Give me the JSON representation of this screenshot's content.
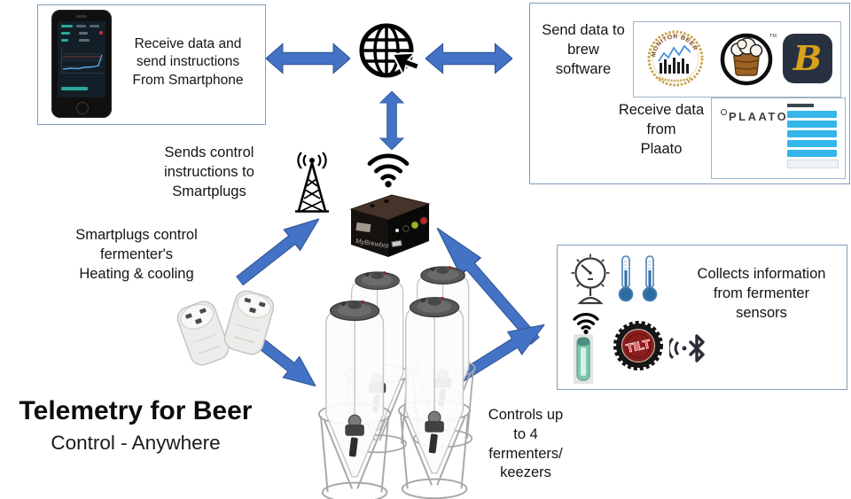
{
  "colors": {
    "arrow_fill": "#4472C4",
    "arrow_edge": "#2E5496",
    "panel_border": "#7f9db9",
    "plaato_button_blue": "#35b6e8",
    "tilt_red": "#e03434",
    "brewfather_gold": "#d9a21b"
  },
  "branding": {
    "title": "Telemetry for Beer",
    "subtitle": "Control - Anywhere"
  },
  "smartphone_panel": {
    "caption": "Receive data and\nsend instructions\nFrom Smartphone"
  },
  "hub": {
    "device_label": "MyBrewbot"
  },
  "labels": {
    "sends_control": "Sends control\ninstructions to\nSmartplugs",
    "smartplugs_control": "Smartplugs control\nfermenter's\nHeating & cooling",
    "controls_up_to": "Controls up\nto 4\nfermenters/\nkeezers"
  },
  "brew_software_panel": {
    "send_caption": "Send data to\nbrew\nsoftware",
    "receive_caption": "Receive data\nfrom\nPlaato",
    "monitor_beer_text": "MONITOR BEER",
    "trademark": "TM",
    "brewfather_letter": "B",
    "plaato_logo": "PLAATO"
  },
  "sensor_panel": {
    "caption": "Collects information\nfrom fermenter\nsensors",
    "tilt_text": "TILT"
  }
}
